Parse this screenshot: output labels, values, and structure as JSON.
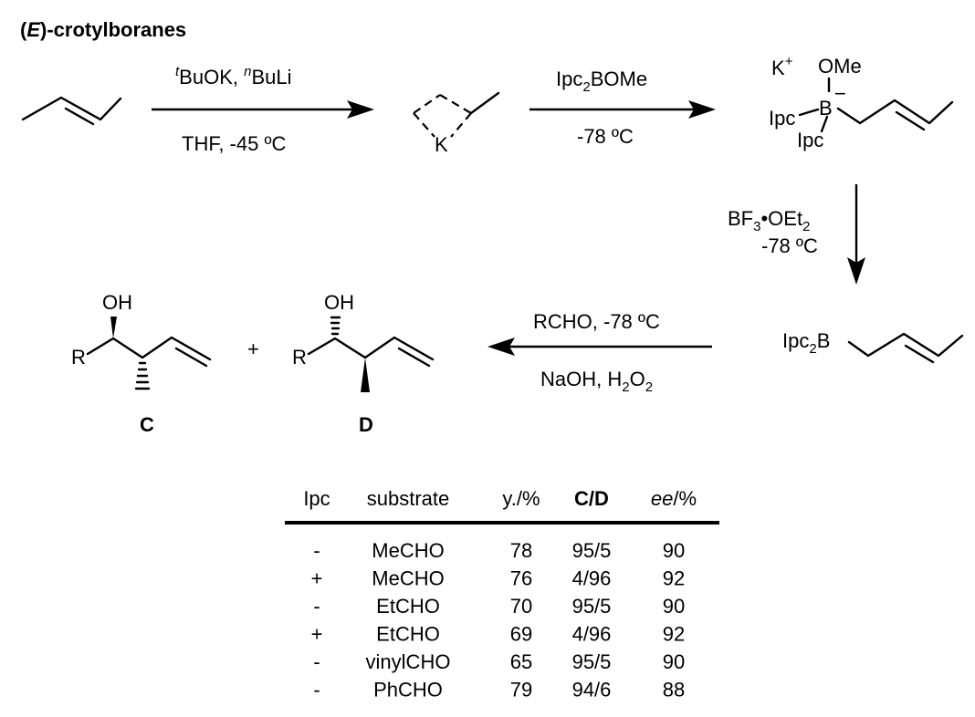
{
  "title": {
    "prefix": "(",
    "stereo": "E",
    "suffix": ")-crotylboranes"
  },
  "step1": {
    "reagent1_sup": "t",
    "reagent1": "BuOK, ",
    "reagent2_sup": "n",
    "reagent2": "BuLi",
    "conditions": "THF, -45 ºC"
  },
  "intermediate1": {
    "metal": "K"
  },
  "step2": {
    "reagent_a": "Ipc",
    "reagent_sub": "2",
    "reagent_b": "BOMe",
    "conditions": "-78 ºC"
  },
  "borate": {
    "cation": "K",
    "cation_charge": "+",
    "methoxy": "OMe",
    "boron": "B",
    "charge": "−",
    "ligand": "Ipc"
  },
  "step3": {
    "reagent_a": "BF",
    "reagent_sub1": "3",
    "reagent_b": "•OEt",
    "reagent_sub2": "2",
    "conditions": "-78 ºC"
  },
  "borane": {
    "label_a": "Ipc",
    "label_sub": "2",
    "label_b": "B"
  },
  "step4": {
    "reagent1": "RCHO, -78 ºC",
    "reagent2_a": "NaOH, H",
    "reagent2_sub1": "2",
    "reagent2_b": "O",
    "reagent2_sub2": "2"
  },
  "products": {
    "oh": "OH",
    "r": "R",
    "plus": "+",
    "C": "C",
    "D": "D"
  },
  "table": {
    "headers": [
      {
        "text": "Ipc",
        "style": "normal"
      },
      {
        "text": "substrate",
        "style": "normal"
      },
      {
        "text": "y./%",
        "style": "normal"
      },
      {
        "text": "C/D",
        "style": "bold"
      },
      {
        "text": "ee/%",
        "style": "mixed",
        "italic_part": "ee",
        "plain_part": "/%"
      }
    ],
    "rows": [
      [
        "-",
        "MeCHO",
        "78",
        "95/5",
        "90"
      ],
      [
        "+",
        "MeCHO",
        "76",
        "4/96",
        "92"
      ],
      [
        "-",
        "EtCHO",
        "70",
        "95/5",
        "90"
      ],
      [
        "+",
        "EtCHO",
        "69",
        "4/96",
        "92"
      ],
      [
        "-",
        "vinylCHO",
        "65",
        "95/5",
        "90"
      ],
      [
        "-",
        "PhCHO",
        "79",
        "94/6",
        "88"
      ]
    ]
  }
}
